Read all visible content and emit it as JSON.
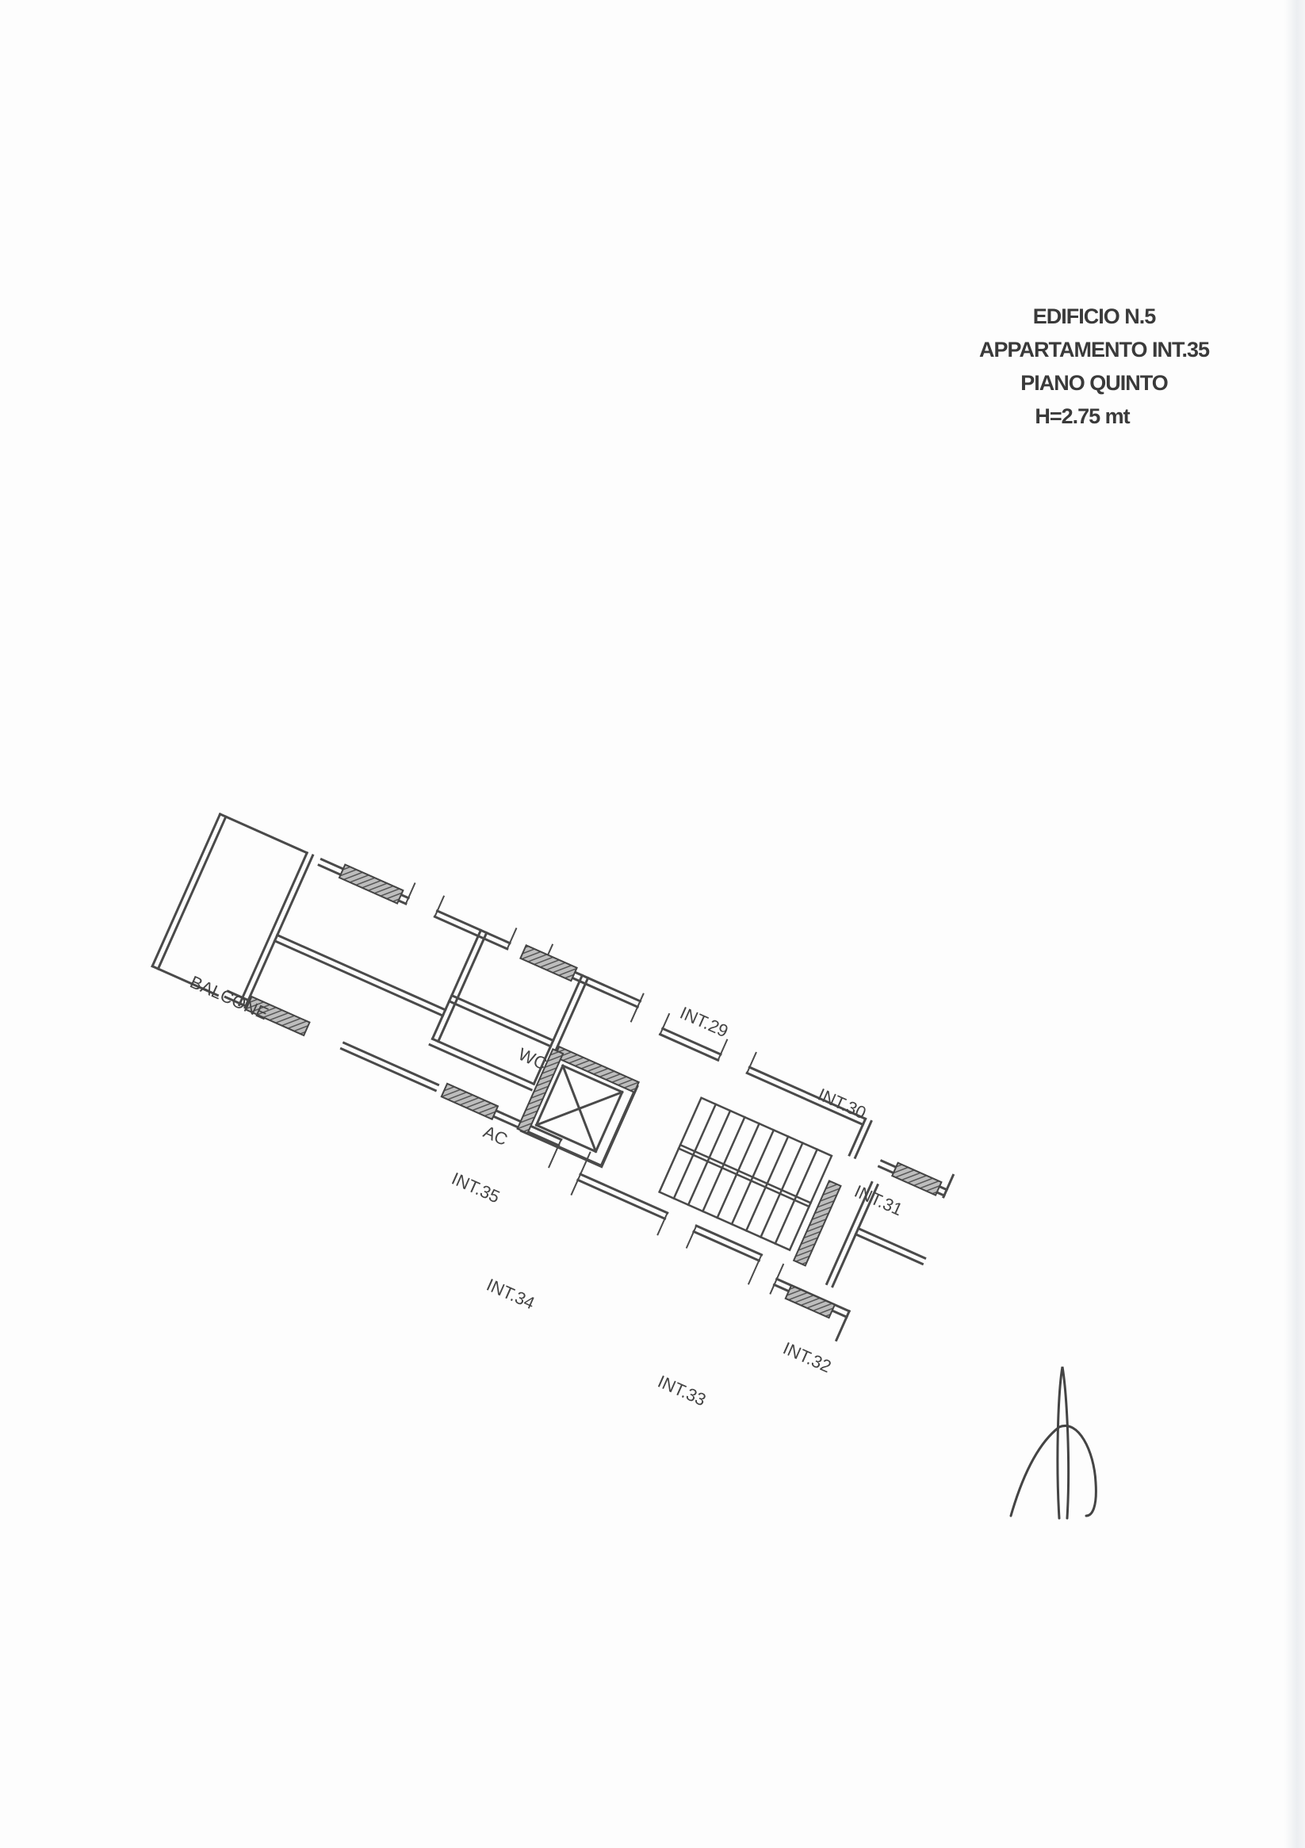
{
  "title_block": {
    "building": "EDIFICIO N.5",
    "apartment": "APPARTAMENTO INT.35",
    "floor": "PIANO QUINTO",
    "height": "H=2.75 mt"
  },
  "plan_labels": {
    "balcone": "BALCONE",
    "wc": "WC",
    "ac": "AC",
    "int29": "INT.29",
    "int30": "INT.30",
    "int31": "INT.31",
    "int32": "INT.32",
    "int33": "INT.33",
    "int34": "INT.34",
    "int35": "INT.35"
  },
  "colors": {
    "ink": "#3a3a3a",
    "hatch": "#555555"
  }
}
